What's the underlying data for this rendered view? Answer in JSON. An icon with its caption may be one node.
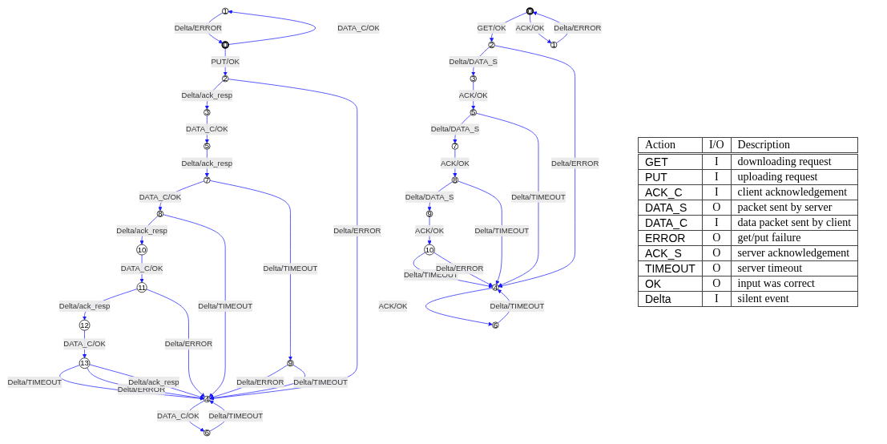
{
  "diagram": {
    "nodes": [
      {
        "text": [
          "1"
        ]
      },
      {
        "text": [
          "0"
        ]
      },
      {
        "text": [
          "2"
        ]
      },
      {
        "text": [
          "3"
        ]
      },
      {
        "text": [
          "5"
        ]
      },
      {
        "text": [
          "7"
        ]
      },
      {
        "text": [
          "8"
        ]
      },
      {
        "text": [
          "10"
        ]
      },
      {
        "text": [
          "11"
        ]
      },
      {
        "text": [
          "12"
        ]
      },
      {
        "text": [
          "9"
        ]
      },
      {
        "text": [
          "13"
        ]
      },
      {
        "text": [
          "4"
        ]
      },
      {
        "text": [
          "6"
        ]
      },
      {
        "text": [
          "0"
        ]
      },
      {
        "text": [
          "2"
        ]
      },
      {
        "text": [
          "1"
        ]
      },
      {
        "text": [
          "3"
        ]
      },
      {
        "text": [
          "5"
        ]
      },
      {
        "text": [
          "7"
        ]
      },
      {
        "text": [
          "8"
        ]
      },
      {
        "text": [
          "9"
        ]
      },
      {
        "text": [
          "10"
        ]
      },
      {
        "text": [
          "4"
        ]
      },
      {
        "text": [
          "6"
        ]
      }
    ],
    "edges": [
      {
        "from": 1,
        "to": 0,
        "arrow": "to",
        "label": "DATA_C/OK"
      },
      {
        "from": 0,
        "to": 1,
        "arrow": "to",
        "label": "Delta/ERROR"
      },
      {
        "from": 1,
        "to": 2,
        "arrow": "to",
        "label": "PUT/OK"
      },
      {
        "from": 2,
        "to": 3,
        "arrow": "to",
        "label": "Delta/ack_resp"
      },
      {
        "from": 2,
        "to": 12,
        "arrow": "to",
        "label": "Delta/ERROR"
      },
      {
        "from": 3,
        "to": 4,
        "arrow": "to",
        "label": "DATA_C/OK"
      },
      {
        "from": 4,
        "to": 5,
        "arrow": "to",
        "label": "Delta/ack_resp"
      },
      {
        "from": 5,
        "to": 6,
        "arrow": "to",
        "label": "DATA_C/OK"
      },
      {
        "from": 5,
        "to": 10,
        "arrow": "to",
        "label": "Delta/TIMEOUT"
      },
      {
        "from": 6,
        "to": 7,
        "arrow": "to",
        "label": "Delta/ack_resp"
      },
      {
        "from": 6,
        "to": 12,
        "arrow": "to",
        "label": "Delta/TIMEOUT"
      },
      {
        "from": 7,
        "to": 8,
        "arrow": "to",
        "label": "DATA_C/OK"
      },
      {
        "from": 8,
        "to": 9,
        "arrow": "to",
        "label": "Delta/ack_resp"
      },
      {
        "from": 8,
        "to": 12,
        "arrow": "to",
        "label": "Delta/ERROR"
      },
      {
        "from": 9,
        "to": 11,
        "arrow": "to",
        "label": "DATA_C/OK"
      },
      {
        "from": 10,
        "to": 12,
        "arrow": "to",
        "label": "Delta/ERROR"
      },
      {
        "from": 10,
        "to": 12,
        "arrow": "to",
        "label": "Delta/TIMEOUT"
      },
      {
        "from": 11,
        "to": 12,
        "arrow": "to",
        "label": "Delta/TIMEOUT"
      },
      {
        "from": 11,
        "to": 12,
        "arrow": "to",
        "label": "Delta/ERROR"
      },
      {
        "from": 11,
        "to": 12,
        "arrow": "to",
        "label": "Delta/ack_resp"
      },
      {
        "from": 12,
        "to": 13,
        "arrow": "to",
        "label": "DATA_C/OK"
      },
      {
        "from": 13,
        "to": 12,
        "arrow": "to",
        "label": "Delta/TIMEOUT"
      },
      {
        "from": 14,
        "to": 15,
        "arrow": "to",
        "label": "GET/OK"
      },
      {
        "from": 14,
        "to": 16,
        "arrow": "to",
        "label": "ACK/OK"
      },
      {
        "from": 16,
        "to": 14,
        "arrow": "to",
        "label": "Delta/ERROR"
      },
      {
        "from": 15,
        "to": 17,
        "arrow": "to",
        "label": "Delta/DATA_S"
      },
      {
        "from": 15,
        "to": 23,
        "arrow": "to",
        "label": "Delta/ERROR"
      },
      {
        "from": 17,
        "to": 18,
        "arrow": "to",
        "label": "ACK/OK"
      },
      {
        "from": 18,
        "to": 19,
        "arrow": "to",
        "label": "Delta/DATA_S"
      },
      {
        "from": 18,
        "to": 23,
        "arrow": "to",
        "label": "Delta/TIMEOUT"
      },
      {
        "from": 19,
        "to": 20,
        "arrow": "to",
        "label": "ACK/OK"
      },
      {
        "from": 20,
        "to": 21,
        "arrow": "to",
        "label": "Delta/DATA_S"
      },
      {
        "from": 20,
        "to": 23,
        "arrow": "to",
        "label": "Delta/TIMEOUT"
      },
      {
        "from": 21,
        "to": 22,
        "arrow": "to",
        "label": "ACK/OK"
      },
      {
        "from": 22,
        "to": 23,
        "arrow": "to",
        "label": "Delta/TIMEOUT"
      },
      {
        "from": 22,
        "to": 23,
        "arrow": "to",
        "label": "Delta/ERROR"
      },
      {
        "from": 23,
        "to": 24,
        "arrow": "to",
        "label": "ACK/OK"
      },
      {
        "from": 24,
        "to": 23,
        "arrow": "to",
        "label": "Delta/TIMEOUT"
      }
    ],
    "labels": [
      "Action",
      "I/O",
      "Description",
      "GET",
      "I",
      "downloading request",
      "PUT",
      "I",
      "uploading request",
      "ACK_C",
      "I",
      "client acknowledgement",
      "DATA_S",
      "O",
      "packet sent by server",
      "DATA_C",
      "I",
      "data packet sent by client",
      "ERROR",
      "O",
      "get/put failure",
      "ACK_S",
      "O",
      "server acknowledgement",
      "TIMEOUT",
      "O",
      "server timeout",
      "OK",
      "O",
      "input was correct",
      "Delta",
      "I",
      "silent event"
    ]
  }
}
